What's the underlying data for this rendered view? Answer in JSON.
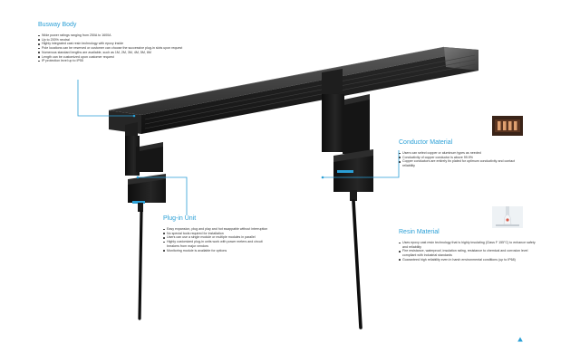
{
  "sections": {
    "busway_body": {
      "title": "Busway Body",
      "items": [
        "Wide power ratings ranging from 250A to 1600A",
        "Up to 200% neutral",
        "Highly integrated cast resin technology with epoxy inside",
        "Pole locations can be reserved or customer can choose the successive plug-in slots upon request",
        "Numerous standard lengths are available, such as 1M, 2M, 3M, 4M, 5M, 6M",
        "Length can be customized upon customer request",
        "IP protection level up to IP55"
      ]
    },
    "conductor_material": {
      "title": "Conductor Material",
      "items": [
        "Users can select copper or aluminum types as needed",
        "Conductivity of copper conductor is above 99.9%",
        "Copper conductors are entirely tin plated for optimum conductivity and contact reliability"
      ]
    },
    "plug_in_unit": {
      "title": "Plug-in Unit",
      "items": [
        "Easy expansion, plug and play and hot swappable without interruption",
        "No special tools required for installation",
        "Users can use a single module or multiple modules in parallel",
        "Highly customized plug-in units work with power meters and circuit breakers from major vendors",
        "Monitoring module is available for options"
      ]
    },
    "resin_material": {
      "title": "Resin Material",
      "items": [
        "Uses epoxy cast resin technology that is highly insulating (Class F 155°C) to enhance safety and reliability",
        "Fire resistance, waterproof, insulation rating, resistance to chemical and corrosion level compliant with industrial standards",
        "Guaranteed high reliability even in harsh environmental conditions (up to IP68)"
      ]
    }
  },
  "colors": {
    "accent": "#2a9fd6",
    "body_text": "#333333",
    "busway_top": "#3a3a3a",
    "busway_side": "#1c1c1c",
    "unit_body": "#161616",
    "cable": "#0e0e0e"
  },
  "icons": {
    "nav": "triangle-up-icon",
    "conductor_thumb": "copper-conductor-photo",
    "resin_thumb": "resin-pour-photo"
  }
}
